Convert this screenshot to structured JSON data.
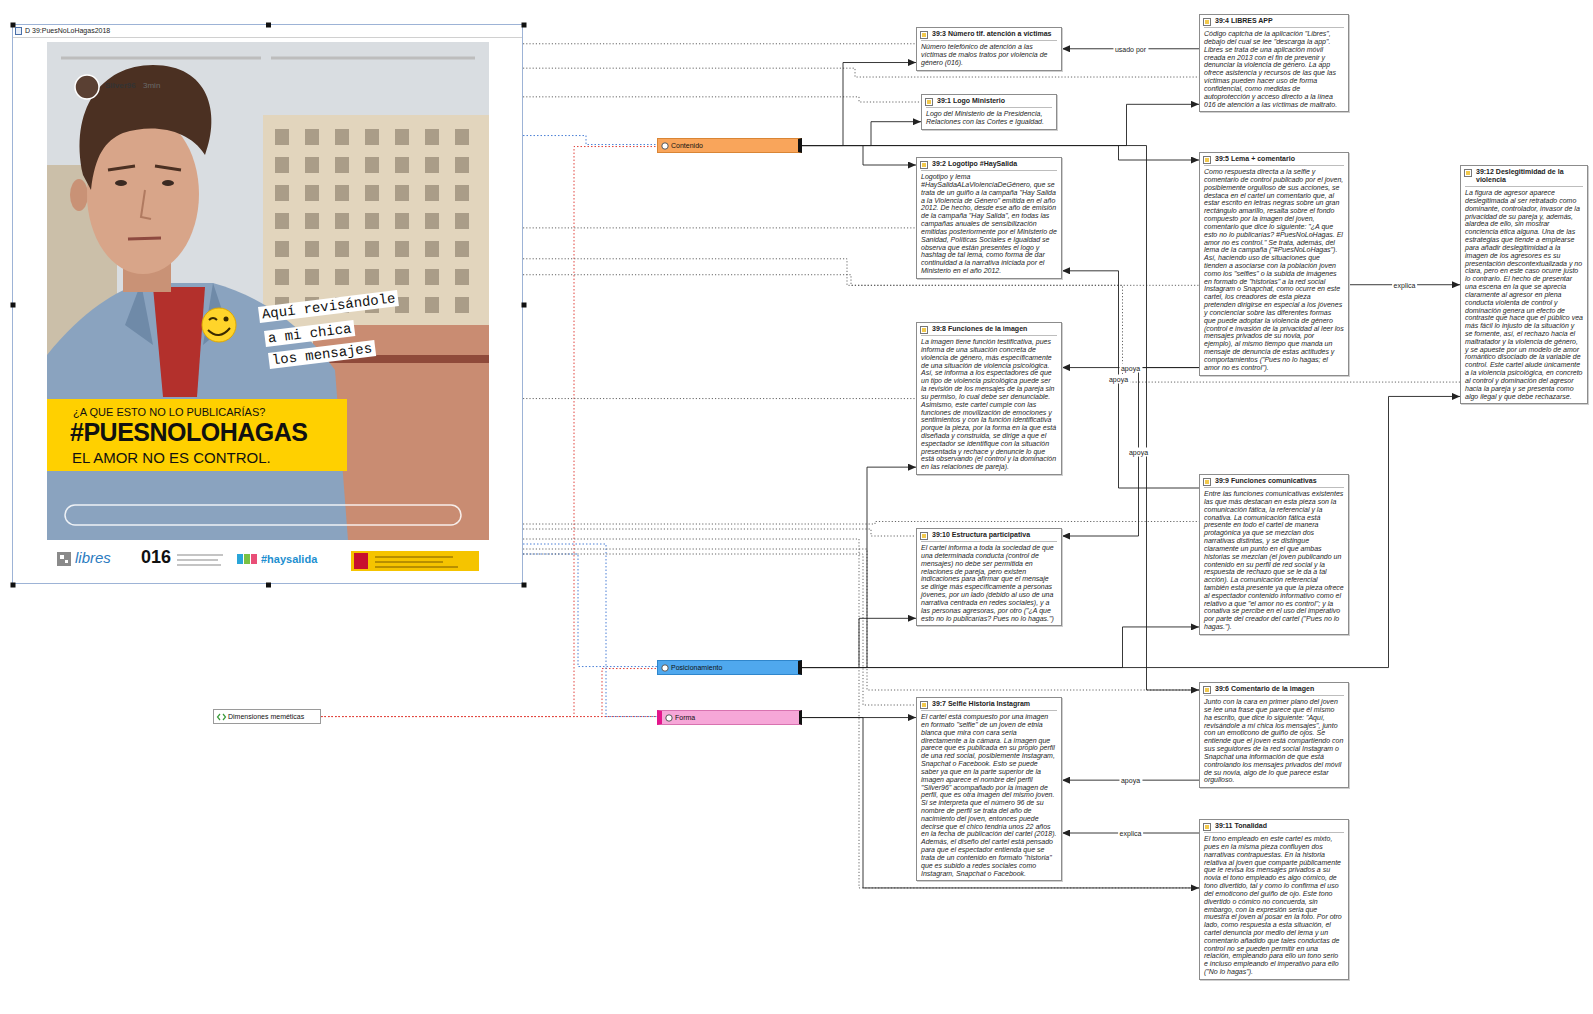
{
  "diagram": {
    "nodes": [
      {
        "text": [
          "D 39:PuesNoLoHagas2018"
        ]
      },
      {
        "text": [
          "Contenido"
        ]
      },
      {
        "text": [
          "Posicionamiento"
        ]
      },
      {
        "text": [
          "Forma"
        ]
      },
      {
        "text": [
          "Dimensiones meméticas"
        ]
      },
      {
        "text": [
          "39:3 Número tlf. atención a víctimas",
          "Número telefónico de atención a las víctimas de malos tratos por violencia de género (016)."
        ]
      },
      {
        "text": [
          "39:1 Logo Ministerio",
          "Logo del Ministerio de la Presidencia, Relaciones con las Cortes e Igualdad."
        ]
      },
      {
        "text": [
          "39:2 Logotipo #HaySalida",
          "Logotipo y lema #HaySalidaALaViolenciaDeGénero, que se trata de un guiño a la campaña \"Hay Salida a la Violencia de Género\" emitida en el año 2012. De hecho, desde ese año de emisión de la campaña \"Hay Salida\", en todas las campañas anuales de sensibilización emitidas posteriormente por el Ministerio de Sanidad, Políticas Sociales e Igualdad se observa que están presentes el logo y hashtag de tal lema, como forma de dar continuidad a la narrativa iniciada por el Ministerio en el año 2012."
        ]
      },
      {
        "text": [
          "39:8 Funciones de la imagen",
          "La imagen tiene función testificativa, pues informa de una situación concreta de violencia de género, más específicamente de una situación de violencia psicológica. Así, se informa a los espectadores de que un tipo de violencia psicológica puede ser la revisión de los mensajes de la pareja sin su permiso, lo cual debe ser denunciable. Asimismo, este cartel cumple con las funciones de movilización de emociones y sentimientos y con la función identificativa porque la pieza, por la forma en la que está diseñada y construida, se dirige a que el espectador se identifique con la situación presentada y rechace y denuncie lo que está observando (el control y la dominación en las relaciones de pareja)."
        ]
      },
      {
        "text": [
          "39:10 Estructura participativa",
          "El cartel informa a toda la sociedad de que una determinada conducta (control de mensajes) no debe ser permitida en relaciones de pareja, pero existen indicaciones para afirmar que el mensaje se dirige más específicamente a personas jóvenes, por un lado (debido al uso de una narrativa centrada en redes sociales), y a las personas agresoras, por otro (\"¿A que esto no lo publicarías? Pues no lo hagas.\")"
        ]
      },
      {
        "text": [
          "39:7 Selfie Historia Instagram",
          "El cartel está compuesto por una imagen en formato \"selfie\" de un joven de etnia blanca que mira con cara seria directamente a la cámara. La imagen que parece que es publicada en su propio perfil de una red social, posiblemente Instagram, Snapchat o Facebook. Esto se puede saber ya que en la parte superior de la imagen aparece el nombre del perfil \"Silver96\" acompañado por la imagen de perfil, que es otra imagen del mismo joven. Si se interpreta que el número 96 de su nombre de perfil se trata del año de nacimiento del joven, entonces puede decirse que el chico tendría unos 22 años en la fecha de publicación del cartel (2018). Además, el diseño del cartel está pensado para que el espectador entienda que se trata de un contenido en formato \"historia\" que es subido a redes sociales como Instagram, Snapchat o Facebook."
        ]
      },
      {
        "text": [
          "39:4 LIBRES APP",
          "Código captcha de la aplicación \"Libres\", debajo del cual se lee \"descarga la app\". Libres se trata de una aplicación móvil creada en 2013 con el fin de prevenir y denunciar la violencia de género. La app ofrece asistencia y recursos de las que las víctimas pueden hacer uso de forma confidencial, como medidas de autoprotección y acceso directo a la línea 016 de atención a las víctimas de maltrato."
        ]
      },
      {
        "text": [
          "39:5 Lema + comentario",
          "Como respuesta directa a la selfie y comentario de control publicado por el joven, posiblemente orgulloso de sus acciones, se destaca en el cartel un comentario que, al estar escrito en letras negras sobre un gran rectángulo amarillo, resalta sobre el fondo compuesto por la imagen del joven, comentario que dice lo siguiente: \"¿A que esto no lo publicarías? #PuesNoLoHagas. El amor no es control.\" Se trata, además, del lema de la campaña (\"#PuesNoLoHagas\"). Así, haciendo uso de situaciones que tienden a asociarse con la población joven como los \"selfies\" o la subida de imágenes en formato de \"historias\" a la red social Instagram o Snapchat, como ocurre en este cartel, los creadores de esta pieza pretenden dirigirse en especial a los jóvenes y concienciar sobre las diferentes formas que puede adoptar la violencia de género (control e invasión de la privacidad al leer los mensajes privados de su novia, por ejemplo), al mismo tiempo que manda un mensaje de denuncia de estas actitudes y comportamientos (\"Pues no lo hagas; el amor no es control\")."
        ]
      },
      {
        "text": [
          "39:9 Funciones comunicativas",
          "Entre las funciones comunicativas existentes las que más destacan en esta pieza son la comunicación fática, la referencial y la conativa. La comunicación fática está presente en todo el cartel de manera protagónica ya que se mezclan dos narrativas distintas, y se distingue claramente un punto en el que ambas historias se mezclan (el joven publicando un contenido en su perfil de red social y la respuesta de rechazo que se le da a tal acción). La comunicación referencial también está presente ya que la pieza ofrece al espectador contenido informativo como el relativo a que \"el amor no es control\"; y la conativa se percibe en el uso del imperativo por parte del creador del cartel (\"Pues no lo hagas.\")."
        ]
      },
      {
        "text": [
          "39:6 Comentario de la imagen",
          "Junto con la cara en primer plano del joven se lee una frase que parece que él mismo ha escrito, que dice lo siguiente: \"Aquí, revisándole a mi chica los mensajes\", junto con un emoticono de guiño de ojos. Se entiende que el joven está compartiendo con sus seguidores de la red social Instagram o Snapchat una información de que está controlando los mensajes privados del móvil de su novia, algo de lo que parece estar orgulloso."
        ]
      },
      {
        "text": [
          "39:11 Tonalidad",
          "El tono empleado en este cartel es mixto, pues en la misma pieza confluyen dos narrativas contrapuestas. En la historia relativa al joven que comparte públicamente que le revisa los mensajes privados a su novia el tono empleado es algo cómico, de tono divertido, tal y como lo confirma el uso del emoticono del guiño de ojo. Este tono divertido o cómico no concuerda, sin embargo, con la expresión seria que muestra el joven al posar en la foto. Por otro lado, como respuesta a esta situación, el cartel denuncia por medio del lema y un comentario añadido que tales conductas de control no se pueden permitir en una relación, empleando para ello un tono serio e incluso empleando el imperativo para ello (\"No lo hagas\")."
        ]
      },
      {
        "text": [
          "39:12 Deslegitimidad de la violencia",
          "La figura de agresor aparece deslegitimada al ser retratado como dominante, controlador, invasor de la privacidad de su pareja y, además, alardea de ello, sin mostrar conciencia ética alguna. Una de las estrategias que tiende a emplearse para añadir deslegitimidad a la imagen de los agresores es su presentación descontextualizada y no clara, pero en este caso ocurre justo lo contrario. El hecho de presentar una escena en la que se aprecia claramente al agresor en plena conducta violenta de control y dominación genera un efecto de contraste que hace que el público vea más fácil lo injusto de la situación y se fomente, así, el rechazo hacia el maltratador y la violencia de género, y se apueste por un modelo de amor romántico disociado de la variable de control. Este cartel alude únicamente a la violencia psicológica, en concreto al control y dominación del agresor hacia la pareja y se presenta como algo ilegal y que debe rechazarse."
        ]
      }
    ],
    "edges": [
      {
        "from": 4,
        "to": 1,
        "arrow": "none"
      },
      {
        "from": 4,
        "to": 2,
        "arrow": "none"
      },
      {
        "from": 4,
        "to": 3,
        "arrow": "none"
      },
      {
        "from": 0,
        "to": 1,
        "arrow": "none"
      },
      {
        "from": 0,
        "to": 2,
        "arrow": "none"
      },
      {
        "from": 0,
        "to": 3,
        "arrow": "none"
      },
      {
        "from": 0,
        "to": 5,
        "arrow": "none"
      },
      {
        "from": 0,
        "to": 6,
        "arrow": "none"
      },
      {
        "from": 0,
        "to": 7,
        "arrow": "none"
      },
      {
        "from": 0,
        "to": 8,
        "arrow": "none"
      },
      {
        "from": 0,
        "to": 9,
        "arrow": "none"
      },
      {
        "from": 0,
        "to": 10,
        "arrow": "none"
      },
      {
        "from": 0,
        "to": 11,
        "arrow": "none"
      },
      {
        "from": 0,
        "to": 12,
        "arrow": "none"
      },
      {
        "from": 0,
        "to": 13,
        "arrow": "none"
      },
      {
        "from": 0,
        "to": 14,
        "arrow": "none"
      },
      {
        "from": 0,
        "to": 15,
        "arrow": "none"
      },
      {
        "from": 0,
        "to": 16,
        "arrow": "none"
      },
      {
        "from": 1,
        "to": 5,
        "arrow": "to"
      },
      {
        "from": 1,
        "to": 6,
        "arrow": "to"
      },
      {
        "from": 1,
        "to": 7,
        "arrow": "to"
      },
      {
        "from": 1,
        "to": 11,
        "arrow": "to"
      },
      {
        "from": 1,
        "to": 12,
        "arrow": "to"
      },
      {
        "from": 1,
        "to": 14,
        "arrow": "to"
      },
      {
        "from": 2,
        "to": 8,
        "arrow": "to"
      },
      {
        "from": 2,
        "to": 9,
        "arrow": "to"
      },
      {
        "from": 2,
        "to": 13,
        "arrow": "to"
      },
      {
        "from": 2,
        "to": 16,
        "arrow": "to"
      },
      {
        "from": 3,
        "to": 10,
        "arrow": "to"
      },
      {
        "from": 3,
        "to": 15,
        "arrow": "to"
      },
      {
        "from": 11,
        "to": 5,
        "label": "usado por",
        "arrow": "to"
      },
      {
        "from": 13,
        "to": 7,
        "label": "apoya",
        "arrow": "to"
      },
      {
        "from": 12,
        "to": 8,
        "label": "apoya",
        "arrow": "to"
      },
      {
        "from": 12,
        "to": 9,
        "label": "apoya",
        "arrow": "to"
      },
      {
        "from": 14,
        "to": 10,
        "label": "apoya",
        "arrow": "to"
      },
      {
        "from": 15,
        "to": 10,
        "label": "explica",
        "arrow": "to"
      },
      {
        "from": 12,
        "to": 16,
        "label": "explica",
        "arrow": "to"
      }
    ],
    "labels": [
      "Silver96",
      "3min",
      "Aquí revisándole",
      "a mi chica",
      "los mensajes",
      "¿A QUE ESTO NO LO PUBLICARÍAS?",
      "#PUESNOLOHAGAS",
      "EL AMOR NO ES CONTROL.",
      "libres",
      "016",
      "#haysalida"
    ]
  }
}
